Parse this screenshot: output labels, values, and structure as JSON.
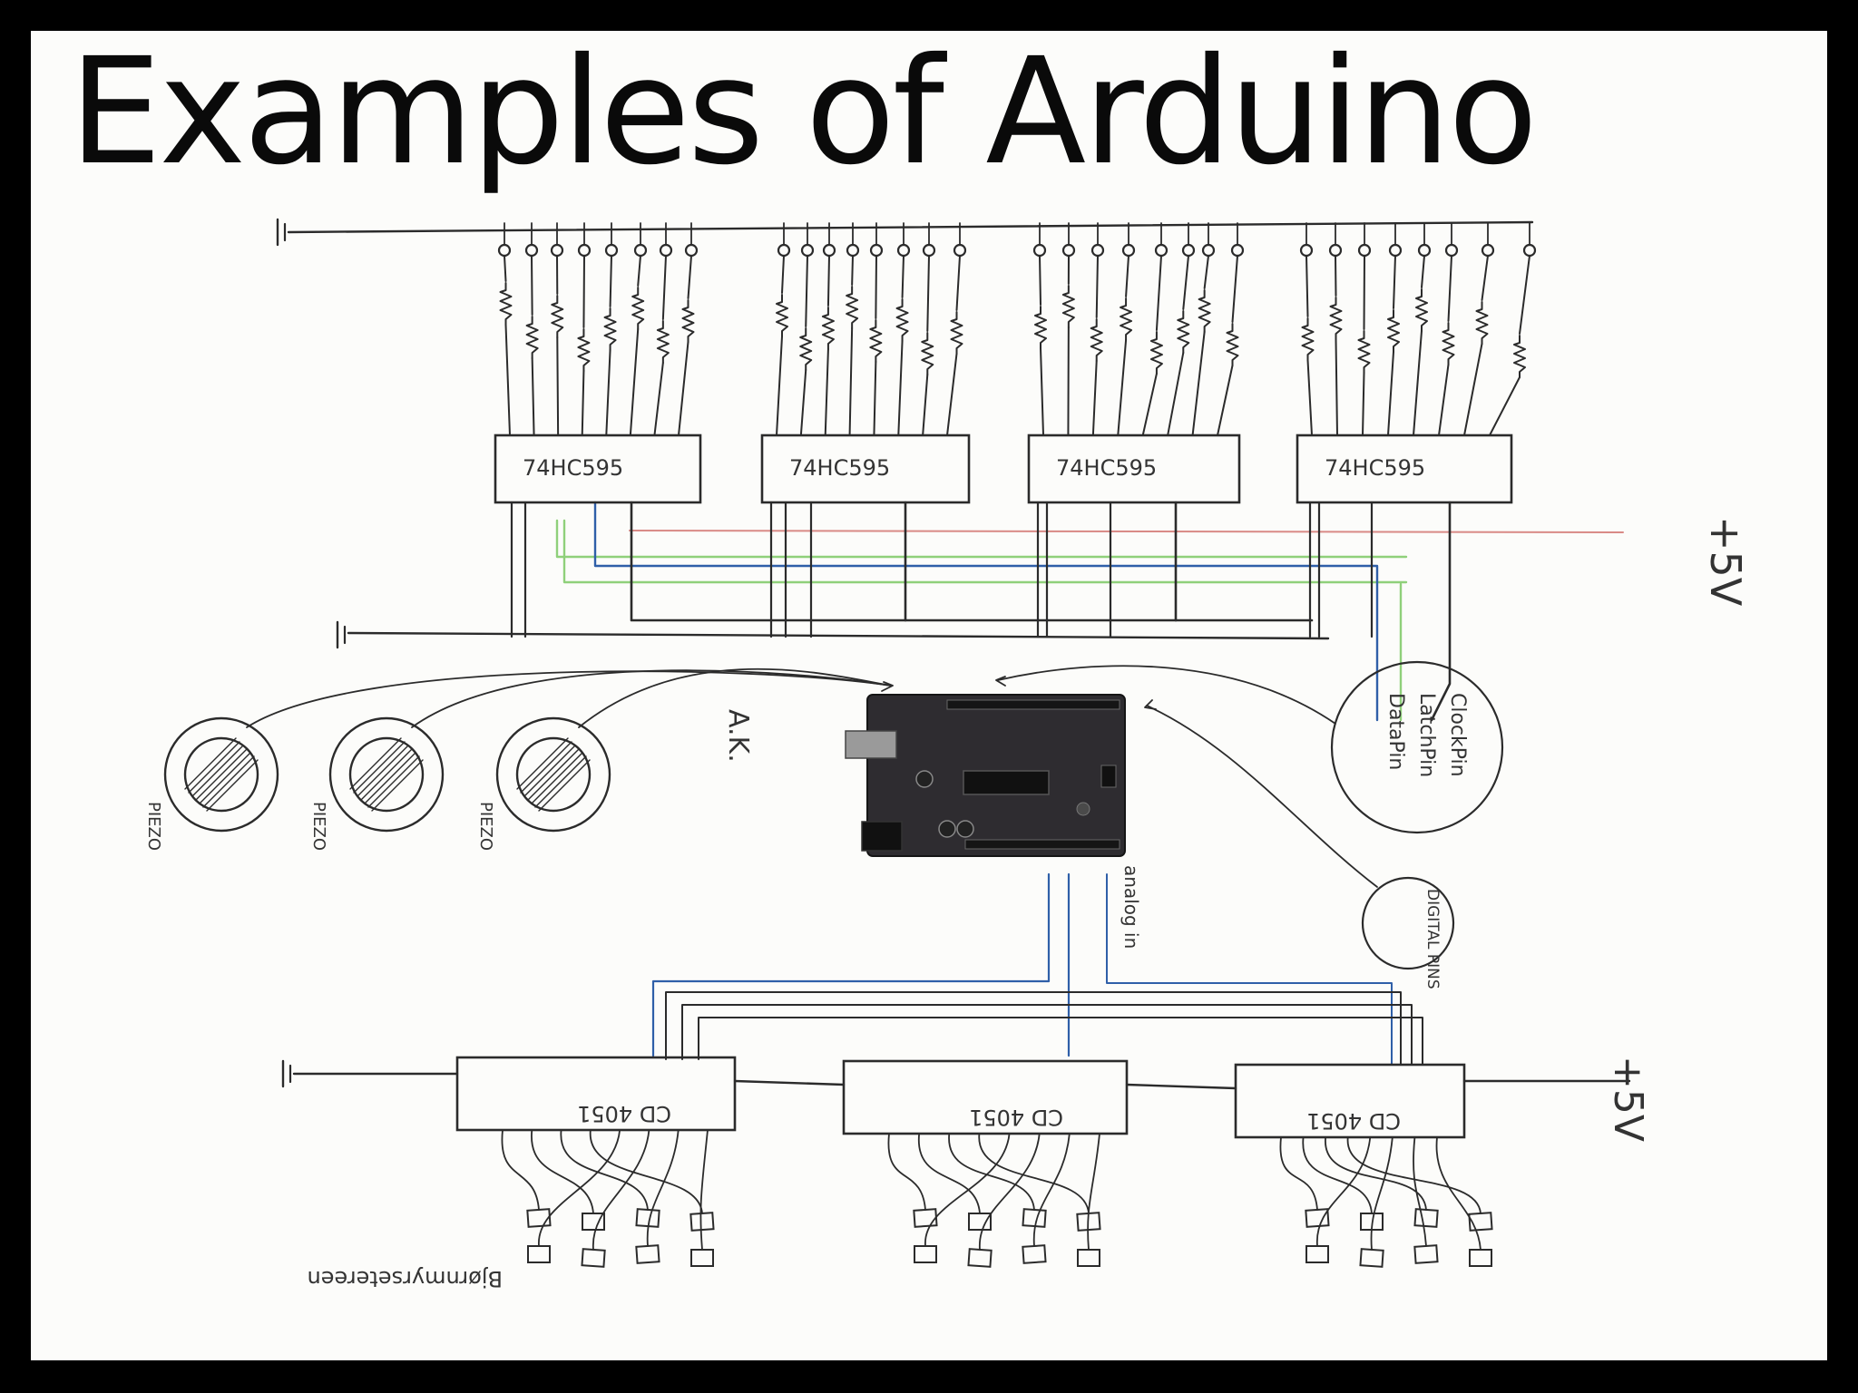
{
  "title": "Examples of Arduino",
  "shift_register_label": "74HC595",
  "shift_registers": [
    {
      "id": "sr-1",
      "label": "74HC595"
    },
    {
      "id": "sr-2",
      "label": "74HC595"
    },
    {
      "id": "sr-3",
      "label": "74HC595"
    },
    {
      "id": "sr-4",
      "label": "74HC595"
    }
  ],
  "multiplexers": [
    {
      "id": "mux-1",
      "label": "CD 4051"
    },
    {
      "id": "mux-2",
      "label": "CD 4051"
    },
    {
      "id": "mux-3",
      "label": "CD 4051"
    }
  ],
  "piezos": [
    {
      "id": "piezo-1",
      "label": "PIEZO"
    },
    {
      "id": "piezo-2",
      "label": "PIEZO"
    },
    {
      "id": "piezo-3",
      "label": "PIEZO"
    }
  ],
  "supply_top": "+5V",
  "supply_bottom": "+5V",
  "spi_pins": [
    "ClockPin",
    "LatchPin",
    "DataPin"
  ],
  "digital_pins": "DIGITAL PINS",
  "analog_note": "analog in",
  "arduino_note": "A.K.",
  "signature": "Bjørnmyrsetereen",
  "wire_colors": {
    "ink": "#2b2b2b",
    "blue": "#2f5fa8",
    "green": "#8fd07a",
    "red": "#d98a86"
  }
}
